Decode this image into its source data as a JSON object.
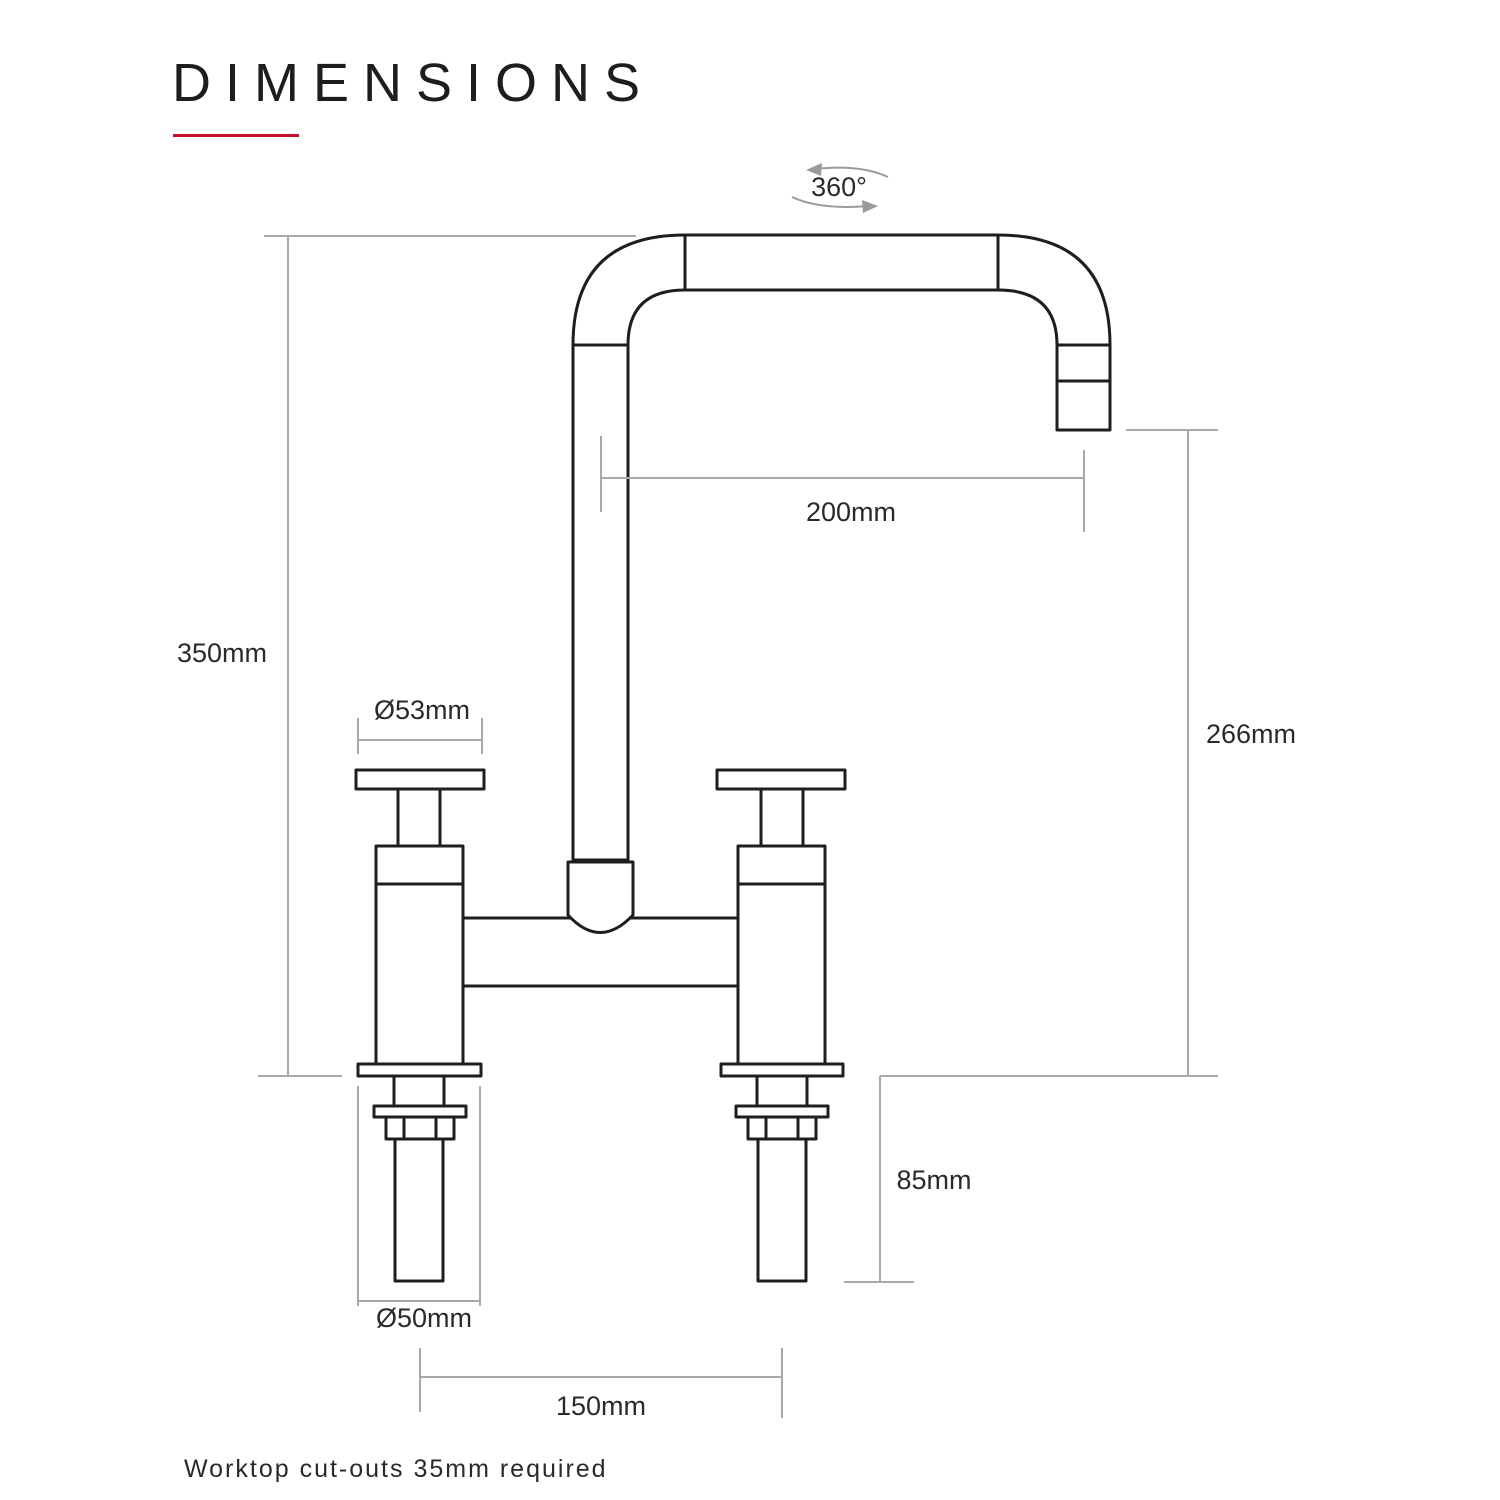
{
  "title": "DIMENSIONS",
  "accent_color": "#c8102e",
  "rotation_label": "360°",
  "dimensions": {
    "overall_height": "350mm",
    "spout_reach": "200mm",
    "spout_height": "266mm",
    "handle_diameter": "Ø53mm",
    "shank_length": "85mm",
    "base_diameter": "Ø50mm",
    "tap_centres": "150mm"
  },
  "footer_note": "Worktop cut-outs 35mm required"
}
